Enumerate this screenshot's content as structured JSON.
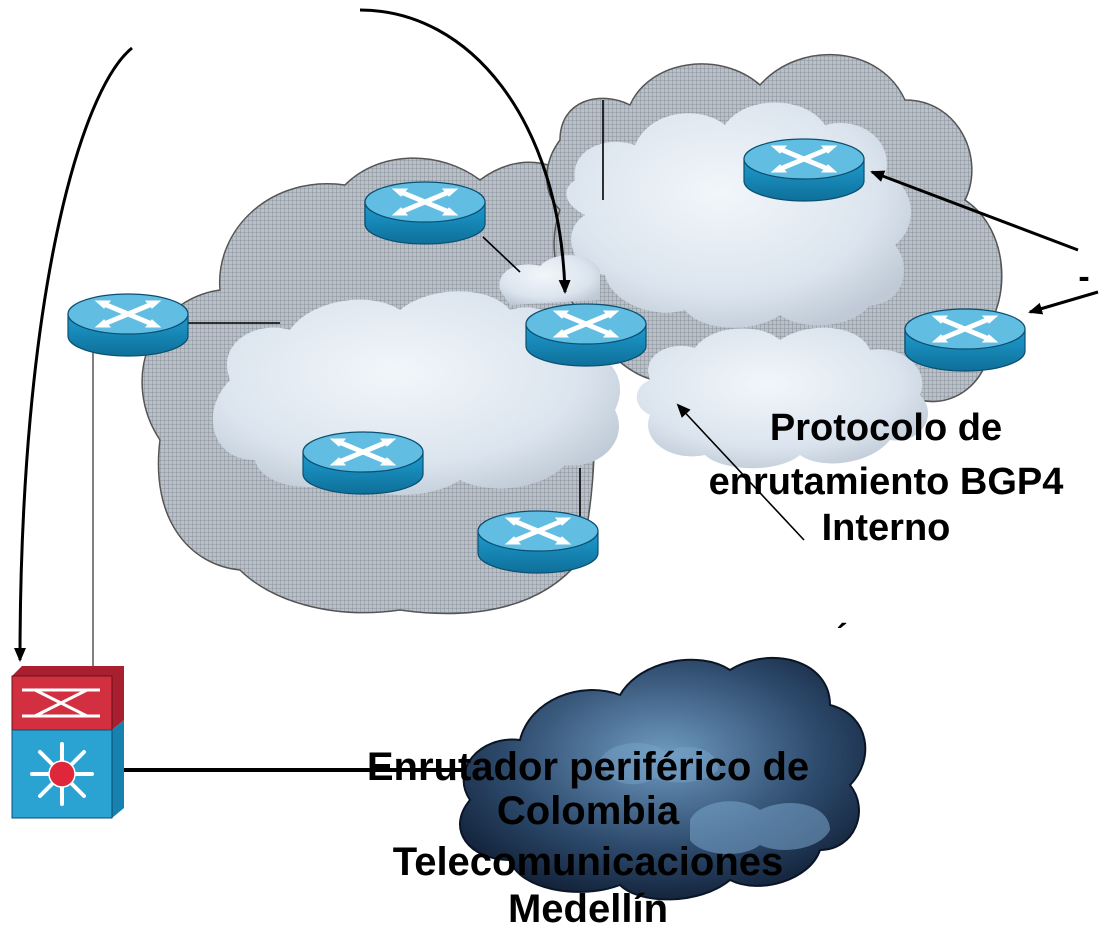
{
  "labels": {
    "ibgp": [
      "Protocolo de",
      "enrutamiento BGP4",
      "Interno"
    ],
    "edge": [
      "Enrutador periférico  de",
      "Colombia",
      "Telecomunicaciones",
      "Medellín"
    ],
    "dash": "-",
    "accent": "´"
  },
  "colors": {
    "cloud_pattern": "#9aa3ad",
    "cloud_light": "#d9e2ec",
    "router_top": "#5fb8dd",
    "router_side": "#1a8fbf",
    "switch_red": "#c8283a",
    "switch_blue": "#2a9fcf",
    "dark_cloud": "#2a3f5c"
  },
  "icons": [
    "router-icon",
    "multilayer-switch-icon",
    "cloud-icon"
  ]
}
